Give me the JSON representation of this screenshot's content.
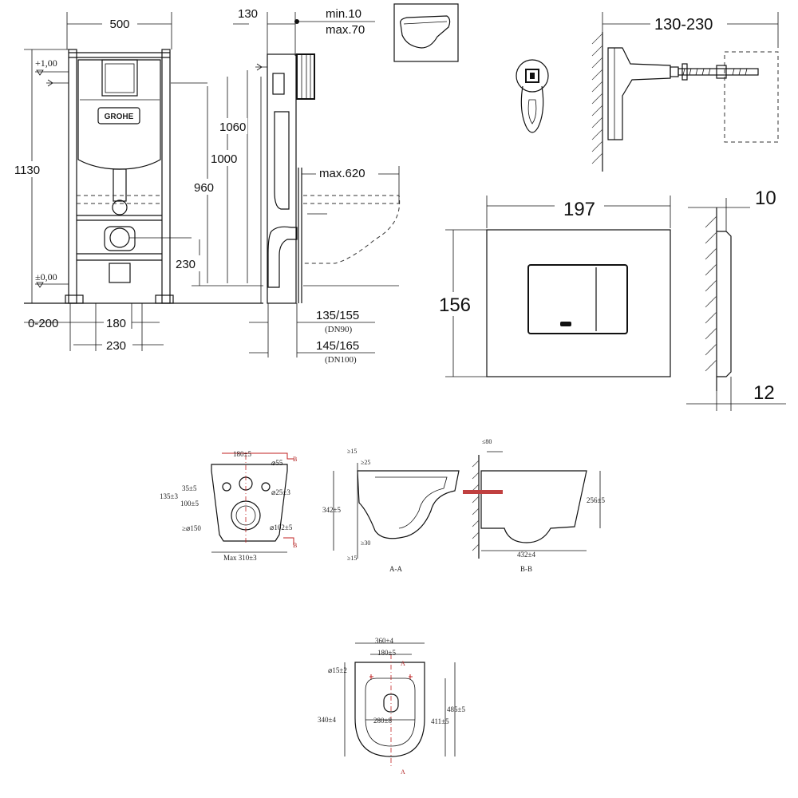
{
  "frame_front": {
    "width": "500",
    "height_total": "1130",
    "level_top": "+1,00",
    "level_zero": "±0,00",
    "offset": "0-200",
    "spacing_inner": "180",
    "spacing_outer": "230",
    "logo": "GROHE"
  },
  "frame_side": {
    "depth": "130",
    "min_offset": "min.10",
    "max_offset": "max.70",
    "h1060": "1060",
    "h1000": "1000",
    "h960": "960",
    "h230": "230",
    "max_projection": "max.620",
    "drain_dn90": "135/155",
    "dn90_label": "(DN90)",
    "drain_dn100": "145/165",
    "dn100_label": "(DN100)"
  },
  "bracket": {
    "range": "130-230"
  },
  "flush_plate": {
    "width": "197",
    "height": "156",
    "thickness_top": "10",
    "thickness_bottom": "12"
  },
  "wc_back_view": {
    "w180": "180±5",
    "d55": "⌀55",
    "h35": "35±5",
    "h135": "135±3",
    "h100": "100±5",
    "d25": "⌀25±3",
    "min150": "≥⌀150",
    "d102": "⌀102±5",
    "max310": "Max 310±3",
    "marker_b": "B"
  },
  "wc_section_aa": {
    "min15_top": "≥15",
    "min25": "≥25",
    "h342": "342±5",
    "min30": "≥30",
    "min15_bottom": "≥15",
    "caption": "A-A"
  },
  "wc_section_bb": {
    "max80": "≤80",
    "h256": "256±5",
    "l432": "432±4",
    "caption": "B-B"
  },
  "wc_top_view": {
    "w360": "360±4",
    "w180": "180±5",
    "d15": "⌀15±2",
    "h340": "340±4",
    "w280": "280±8",
    "h485": "485±5",
    "h411": "411±5",
    "marker_a": "A"
  }
}
